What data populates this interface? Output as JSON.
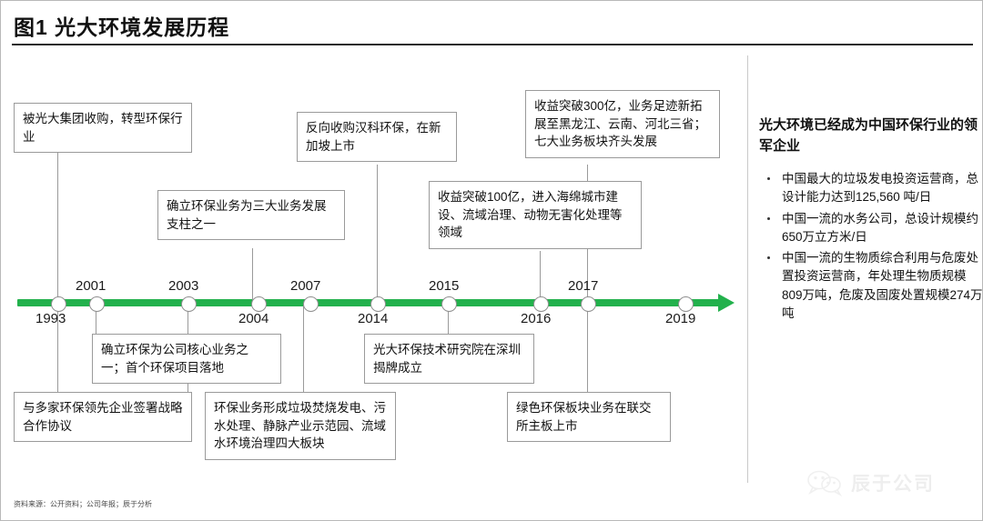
{
  "title": "图1  光大环境发展历程",
  "source": "资料来源：公开资料；公司年报；辰于分析",
  "watermark": {
    "icon": "wechat-icon",
    "text": "辰于公司"
  },
  "colors": {
    "axis": "#22b14c",
    "box_border": "#9a9a9a",
    "text": "#111111"
  },
  "timeline": {
    "years": [
      {
        "label": "1993",
        "position": "below"
      },
      {
        "label": "2001",
        "position": "above"
      },
      {
        "label": "2003",
        "position": "above"
      },
      {
        "label": "2004",
        "position": "below"
      },
      {
        "label": "2007",
        "position": "above"
      },
      {
        "label": "2014",
        "position": "below"
      },
      {
        "label": "2015",
        "position": "above"
      },
      {
        "label": "2016",
        "position": "below"
      },
      {
        "label": "2017",
        "position": "above"
      },
      {
        "label": "2019",
        "position": "below"
      }
    ],
    "events": [
      {
        "year": "1993",
        "side": "above",
        "text": "被光大集团收购，转型环保行业"
      },
      {
        "year": "2001",
        "side": "below",
        "text": "确立环保为公司核心业务之一；首个环保项目落地"
      },
      {
        "year": "2003",
        "side": "above",
        "text": "确立环保业务为三大业务发展支柱之一"
      },
      {
        "year": "2003b",
        "side": "below",
        "text": "与多家环保领先企业签署战略合作协议"
      },
      {
        "year": "2004",
        "side": "below",
        "text": "环保业务形成垃圾焚烧发电、污水处理、静脉产业示范园、流域水环境治理四大板块"
      },
      {
        "year": "2007",
        "side": "above",
        "text": "反向收购汉科环保，在新加坡上市"
      },
      {
        "year": "2014",
        "side": "below",
        "text": "光大环保技术研究院在深圳揭牌成立"
      },
      {
        "year": "2015",
        "side": "above",
        "text": "收益突破100亿，进入海绵城市建设、流域治理、动物无害化处理等领域"
      },
      {
        "year": "2016",
        "side": "above",
        "text": "收益突破300亿，业务足迹新拓展至黑龙江、云南、河北三省；七大业务板块齐头发展"
      },
      {
        "year": "2017",
        "side": "below",
        "text": "绿色环保板块业务在联交所主板上市"
      }
    ]
  },
  "panel": {
    "heading": "光大环境已经成为中国环保行业的领军企业",
    "bullets": [
      "中国最大的垃圾发电投资运营商，总设计能力达到125,560 吨/日",
      "中国一流的水务公司，总设计规模约650万立方米/日",
      "中国一流的生物质综合利用与危废处置投资运营商，年处理生物质规模809万吨，危废及固废处置规模274万吨"
    ]
  }
}
